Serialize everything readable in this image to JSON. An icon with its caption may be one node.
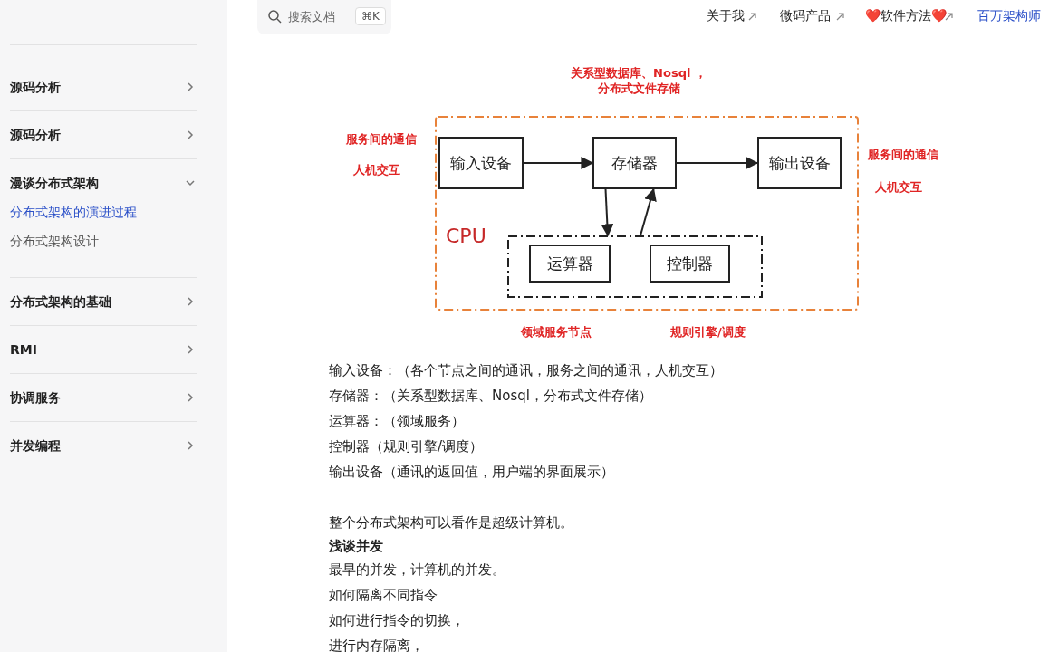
{
  "diagram": {
    "nodes": [
      {
        "text": [
          "CPU"
        ]
      },
      {
        "text": [
          "输入设备"
        ],
        "in": 0
      },
      {
        "text": [
          "存储器"
        ],
        "in": 0
      },
      {
        "text": [
          "输出设备"
        ],
        "in": 0
      },
      {
        "text": [],
        "shape": "box",
        "in": 0
      },
      {
        "text": [
          "运算器"
        ],
        "in": 4
      },
      {
        "text": [
          "控制器"
        ],
        "in": 4
      }
    ],
    "edges": [
      {
        "from": 1,
        "to": 2,
        "arrow": "to"
      },
      {
        "from": 2,
        "to": 3,
        "arrow": "to"
      },
      {
        "from": 2,
        "to": 4,
        "arrow": "to"
      },
      {
        "from": 4,
        "to": 2,
        "arrow": "to"
      }
    ],
    "labels": [
      "源码分析",
      "源码分析",
      "漫谈分布式架构",
      "分布式架构的演进过程",
      "分布式架构设计",
      "分布式架构的基础",
      "RMI",
      "协调服务",
      "并发编程",
      "搜索文档",
      "⌘K",
      "关于我",
      "微码产品",
      "❤️软件方法❤️",
      "百万架构师",
      "关系型数据库、Nosql ，分布式文件存储",
      "服务间的通信",
      "人机交互",
      "服务间的通信",
      "人机交互",
      "领域服务节点",
      "规则引擎/调度",
      "输入设备：（各个节点之间的通讯，服务之间的通讯，人机交互）",
      "存储器：（关系型数据库、Nosql，分布式文件存储）",
      "运算器：（领域服务）",
      "控制器（规则引擎/调度）",
      "输出设备（通讯的返回值，用户端的界面展示）",
      "整个分布式架构可以看作是超级计算机。",
      "浅谈并发",
      "最早的并发，计算机的并发。",
      "如何隔离不同指令",
      "如何进行指令的切换，",
      "进行内存隔离，"
    ]
  }
}
